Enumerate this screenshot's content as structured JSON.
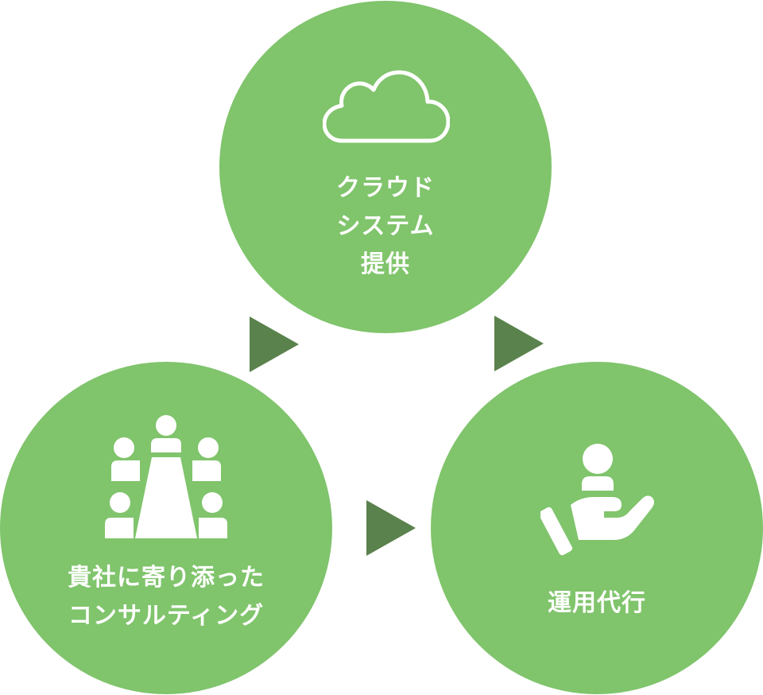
{
  "nodes": {
    "cloud": {
      "lines": [
        "クラウド",
        "システム",
        "提供"
      ],
      "icon": "cloud-icon"
    },
    "consulting": {
      "lines": [
        "貴社に寄り添った",
        "コンサルティング"
      ],
      "icon": "meeting-table-icon"
    },
    "operation": {
      "lines": [
        "運用代行"
      ],
      "icon": "hand-person-icon"
    }
  },
  "colors": {
    "circle": "#80c46c",
    "arrow": "#5a824c",
    "text": "#ffffff"
  }
}
